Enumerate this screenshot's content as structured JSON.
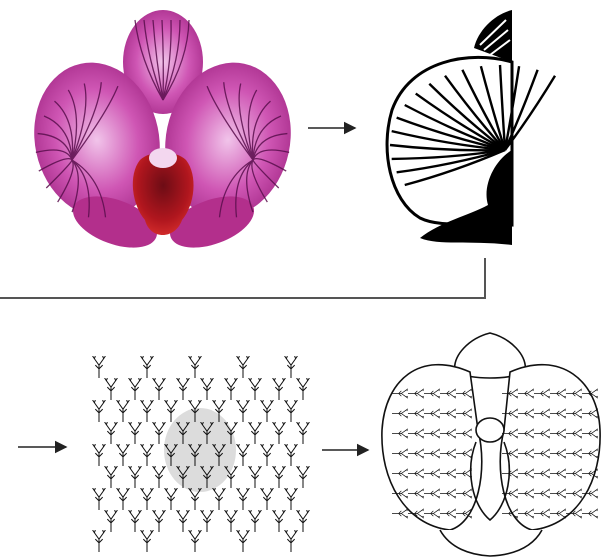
{
  "diagram": {
    "panels": [
      {
        "id": "photo",
        "label": ""
      },
      {
        "id": "silhouette",
        "label": ""
      },
      {
        "id": "motif-grid",
        "label": ""
      },
      {
        "id": "outline",
        "label": ""
      }
    ],
    "arrows": [
      {
        "from": "photo",
        "to": "silhouette"
      },
      {
        "from": "silhouette",
        "to": "motif-grid"
      },
      {
        "from": "motif-grid",
        "to": "outline"
      }
    ]
  },
  "colors": {
    "petal": "#b0308f",
    "petal_light": "#e7a6d9",
    "vein": "#5a0f4d",
    "lip": "#a3141b",
    "lip_dark": "#5a0b10",
    "ink": "#000000",
    "connector": "#555555"
  }
}
